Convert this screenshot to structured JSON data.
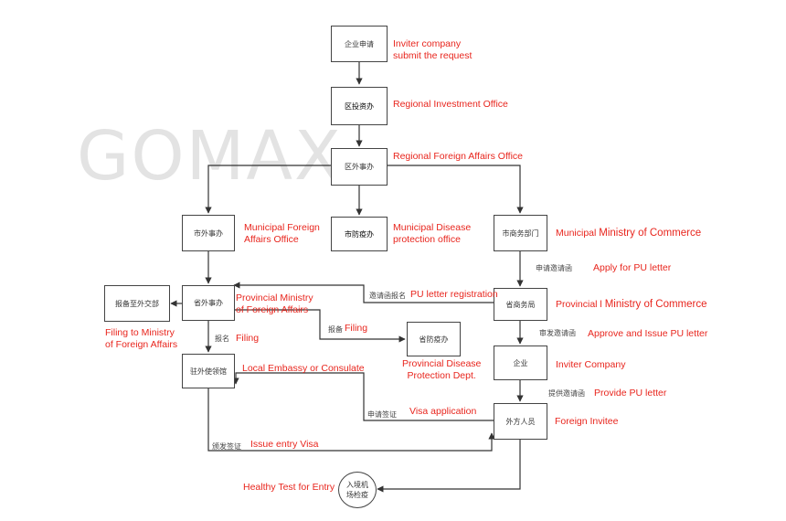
{
  "watermark": "GOMAX",
  "nodes": {
    "company_apply": "企业申请",
    "district_investment": "区投资办",
    "district_foreign_affairs": "区外事办",
    "city_foreign_affairs": "市外事办",
    "city_disease_control": "市防疫办",
    "city_commerce": "市商务部门",
    "report_mofa": "报备至外交部",
    "province_foreign_affairs": "省外事办",
    "province_commerce": "省商务局",
    "province_disease_control": "省防疫办",
    "enterprise": "企业",
    "embassy": "驻外使领馆",
    "foreign_personnel": "外方人员",
    "airport_test": "入境机场检疫"
  },
  "edge_labels": {
    "invite_registration": "邀请函报名",
    "apply_invitation": "申请邀请函",
    "approve_invitation": "审发邀请函",
    "provide_invitation": "提供邀请函",
    "filing_to_disease": "报备",
    "filing_to_embassy": "报名",
    "visa_apply": "申请签证",
    "issue_visa": "颁发签证"
  },
  "annotations": {
    "inviter_submit": "Inviter company\nsubmit the request",
    "regional_investment": "Regional Investment Office",
    "regional_foreign_affairs": "Regional Foreign Affairs Office",
    "municipal_foreign_affairs": "Municipal Foreign\nAffairs Office",
    "municipal_disease": "Municipal Disease\nprotection office",
    "municipal_commerce_prefix": "Municipal ",
    "municipal_commerce_main": "Ministry of Commerce",
    "apply_pu": "Apply for PU letter",
    "pu_registration": "PU letter registration",
    "provincial_mofa": "Provincial Ministry\nof Foreign Affairs",
    "provincial_commerce_prefix": "Provincial l ",
    "provincial_commerce_main": "Ministry of Commerce",
    "filing_mofa": "Filing to Ministry\nof Foreign Affairs",
    "filing_1": "Filing",
    "filing_2": "Filing",
    "approve_pu": "Approve and Issue PU letter",
    "provincial_disease": "Provincial Disease\nProtection Dept.",
    "inviter_company": "Inviter Company",
    "local_embassy": "Local Embassy or Consulate",
    "provide_pu": "Provide PU letter",
    "visa_application": "Visa application",
    "foreign_invitee": "Foreign Invitee",
    "issue_entry_visa": "Issue entry Visa",
    "healthy_test": "Healthy Test for Entry"
  },
  "colors": {
    "annotation": "#e8251d",
    "line": "#333333",
    "watermark": "#e3e3e3"
  }
}
